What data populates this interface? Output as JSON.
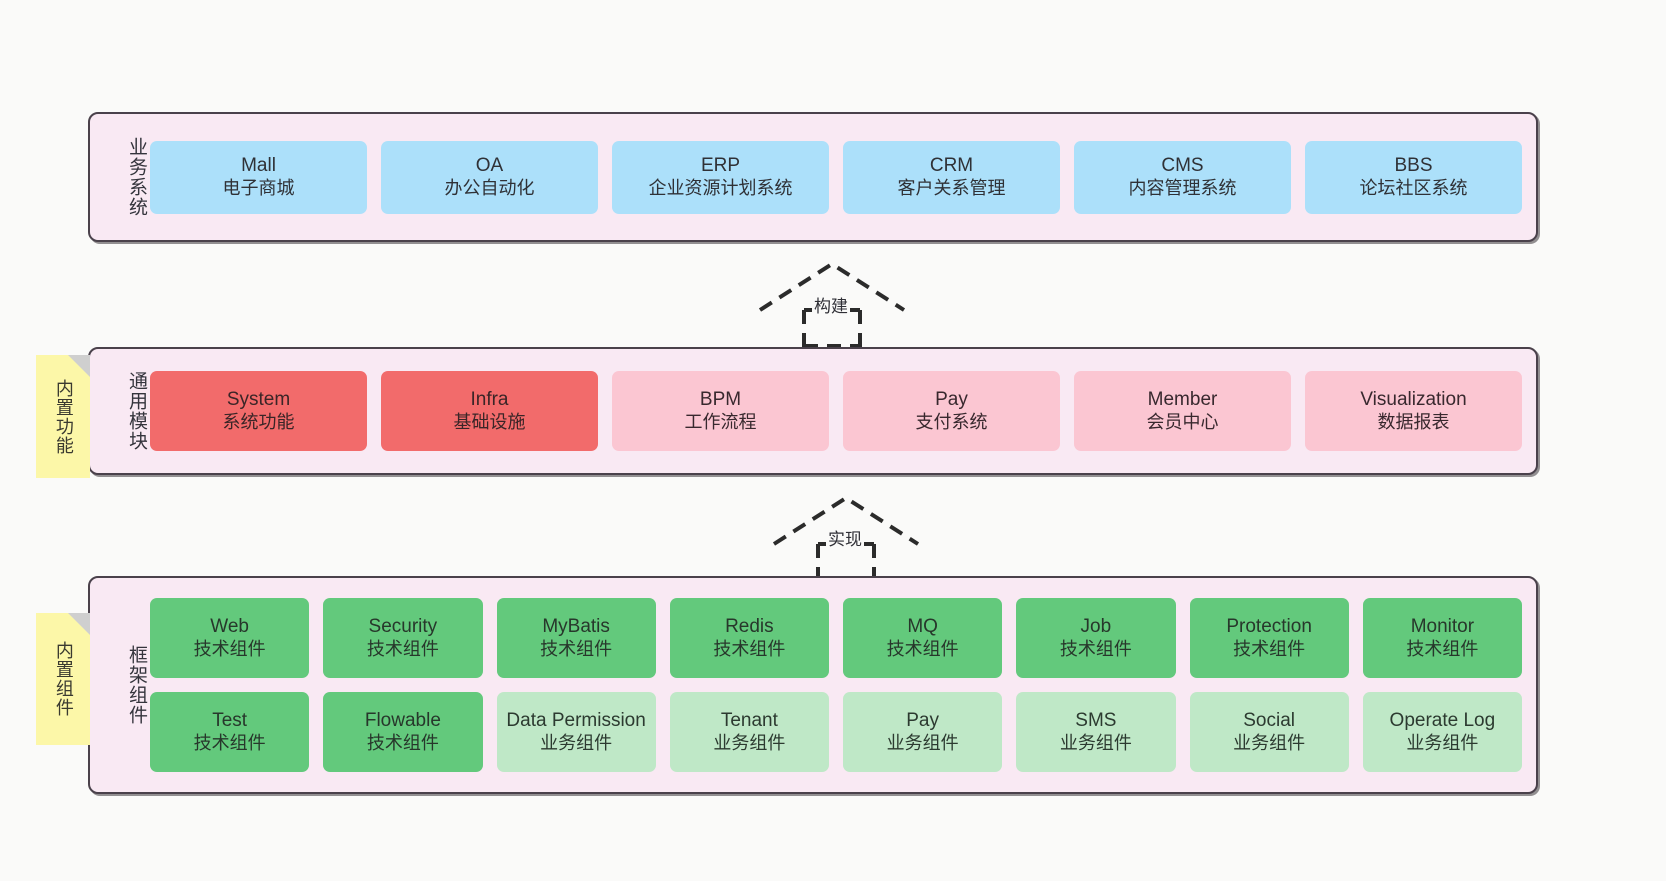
{
  "layers": [
    {
      "id": "business",
      "label": "业务系统",
      "rows": [
        {
          "nodes": [
            {
              "name": "mall",
              "title": "Mall",
              "subtitle": "电子商城",
              "color": "blue"
            },
            {
              "name": "oa",
              "title": "OA",
              "subtitle": "办公自动化",
              "color": "blue"
            },
            {
              "name": "erp",
              "title": "ERP",
              "subtitle": "企业资源计划系统",
              "color": "blue"
            },
            {
              "name": "crm",
              "title": "CRM",
              "subtitle": "客户关系管理",
              "color": "blue"
            },
            {
              "name": "cms",
              "title": "CMS",
              "subtitle": "内容管理系统",
              "color": "blue"
            },
            {
              "name": "bbs",
              "title": "BBS",
              "subtitle": "论坛社区系统",
              "color": "blue"
            }
          ]
        }
      ]
    },
    {
      "id": "common",
      "label": "通用模块",
      "rows": [
        {
          "nodes": [
            {
              "name": "system",
              "title": "System",
              "subtitle": "系统功能",
              "color": "red"
            },
            {
              "name": "infra",
              "title": "Infra",
              "subtitle": "基础设施",
              "color": "red"
            },
            {
              "name": "bpm",
              "title": "BPM",
              "subtitle": "工作流程",
              "color": "pink"
            },
            {
              "name": "pay",
              "title": "Pay",
              "subtitle": "支付系统",
              "color": "pink"
            },
            {
              "name": "member",
              "title": "Member",
              "subtitle": "会员中心",
              "color": "pink"
            },
            {
              "name": "visualization",
              "title": "Visualization",
              "subtitle": "数据报表",
              "color": "pink"
            }
          ]
        }
      ]
    },
    {
      "id": "framework",
      "label": "框架组件",
      "rows": [
        {
          "nodes": [
            {
              "name": "web",
              "title": "Web",
              "subtitle": "技术组件",
              "color": "green"
            },
            {
              "name": "security",
              "title": "Security",
              "subtitle": "技术组件",
              "color": "green"
            },
            {
              "name": "mybatis",
              "title": "MyBatis",
              "subtitle": "技术组件",
              "color": "green"
            },
            {
              "name": "redis",
              "title": "Redis",
              "subtitle": "技术组件",
              "color": "green"
            },
            {
              "name": "mq",
              "title": "MQ",
              "subtitle": "技术组件",
              "color": "green"
            },
            {
              "name": "job",
              "title": "Job",
              "subtitle": "技术组件",
              "color": "green"
            },
            {
              "name": "protection",
              "title": "Protection",
              "subtitle": "技术组件",
              "color": "green"
            },
            {
              "name": "monitor",
              "title": "Monitor",
              "subtitle": "技术组件",
              "color": "green"
            }
          ]
        },
        {
          "nodes": [
            {
              "name": "test",
              "title": "Test",
              "subtitle": "技术组件",
              "color": "green"
            },
            {
              "name": "flowable",
              "title": "Flowable",
              "subtitle": "技术组件",
              "color": "green"
            },
            {
              "name": "data-permission",
              "title": "Data Permission",
              "subtitle": "业务组件",
              "color": "lgreen"
            },
            {
              "name": "tenant",
              "title": "Tenant",
              "subtitle": "业务组件",
              "color": "lgreen"
            },
            {
              "name": "pay",
              "title": "Pay",
              "subtitle": "业务组件",
              "color": "lgreen"
            },
            {
              "name": "sms",
              "title": "SMS",
              "subtitle": "业务组件",
              "color": "lgreen"
            },
            {
              "name": "social",
              "title": "Social",
              "subtitle": "业务组件",
              "color": "lgreen"
            },
            {
              "name": "operate-log",
              "title": "Operate Log",
              "subtitle": "业务组件",
              "color": "lgreen"
            }
          ]
        }
      ]
    }
  ],
  "notes": [
    {
      "id": "builtin-func",
      "text": "内置功能"
    },
    {
      "id": "builtin-comp",
      "text": "内置组件"
    }
  ],
  "arrows": [
    {
      "id": "build",
      "label": "构建"
    },
    {
      "id": "implement",
      "label": "实现"
    }
  ],
  "colors": {
    "background": "#fafaf9",
    "layer_fill": "#f9e9f3",
    "layer_border": "#4a414b",
    "blue": "#ace0fa",
    "red": "#f26b6b",
    "pink": "#fbc6d2",
    "green": "#63c97c",
    "light_green": "#bfe8c7",
    "note_yellow": "#fcf7a8",
    "arrow": "#2b2b2b"
  }
}
